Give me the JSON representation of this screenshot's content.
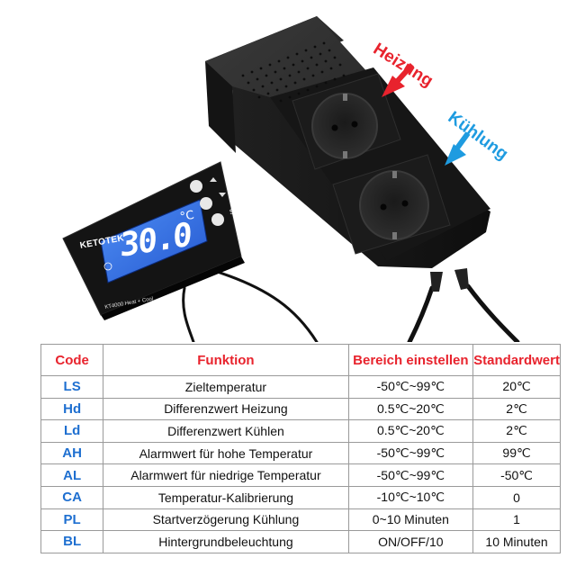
{
  "labels": {
    "heating": "Heizung",
    "cooling": "Kühlung"
  },
  "device": {
    "display_temp": "30.0",
    "display_unit": "°C",
    "brand": "KETOTEK",
    "model": "KT4000 Heat + Cool",
    "set_label": "SET"
  },
  "colors": {
    "header_red": "#e8232d",
    "code_blue": "#1e6fd0",
    "heating_arrow": "#e8232d",
    "cooling_arrow": "#1e9be0",
    "lcd_blue": "#2f6fe8"
  },
  "table": {
    "headers": [
      "Code",
      "Funktion",
      "Bereich einstellen",
      "Standardwert"
    ],
    "rows": [
      {
        "code": "LS",
        "function": "Zieltemperatur",
        "range": "-50℃~99℃",
        "default": "20℃"
      },
      {
        "code": "Hd",
        "function": "Differenzwert Heizung",
        "range": "0.5℃~20℃",
        "default": "2℃"
      },
      {
        "code": "Ld",
        "function": "Differenzwert Kühlen",
        "range": "0.5℃~20℃",
        "default": "2℃"
      },
      {
        "code": "AH",
        "function": "Alarmwert für hohe Temperatur",
        "range": "-50℃~99℃",
        "default": "99℃"
      },
      {
        "code": "AL",
        "function": "Alarmwert für niedrige Temperatur",
        "range": "-50℃~99℃",
        "default": "-50℃"
      },
      {
        "code": "CA",
        "function": "Temperatur-Kalibrierung",
        "range": "-10℃~10℃",
        "default": "0"
      },
      {
        "code": "PL",
        "function": "Startverzögerung Kühlung",
        "range": "0~10 Minuten",
        "default": "1"
      },
      {
        "code": "BL",
        "function": "Hintergrundbeleuchtung",
        "range": "ON/OFF/10",
        "default": "10 Minuten"
      }
    ]
  }
}
